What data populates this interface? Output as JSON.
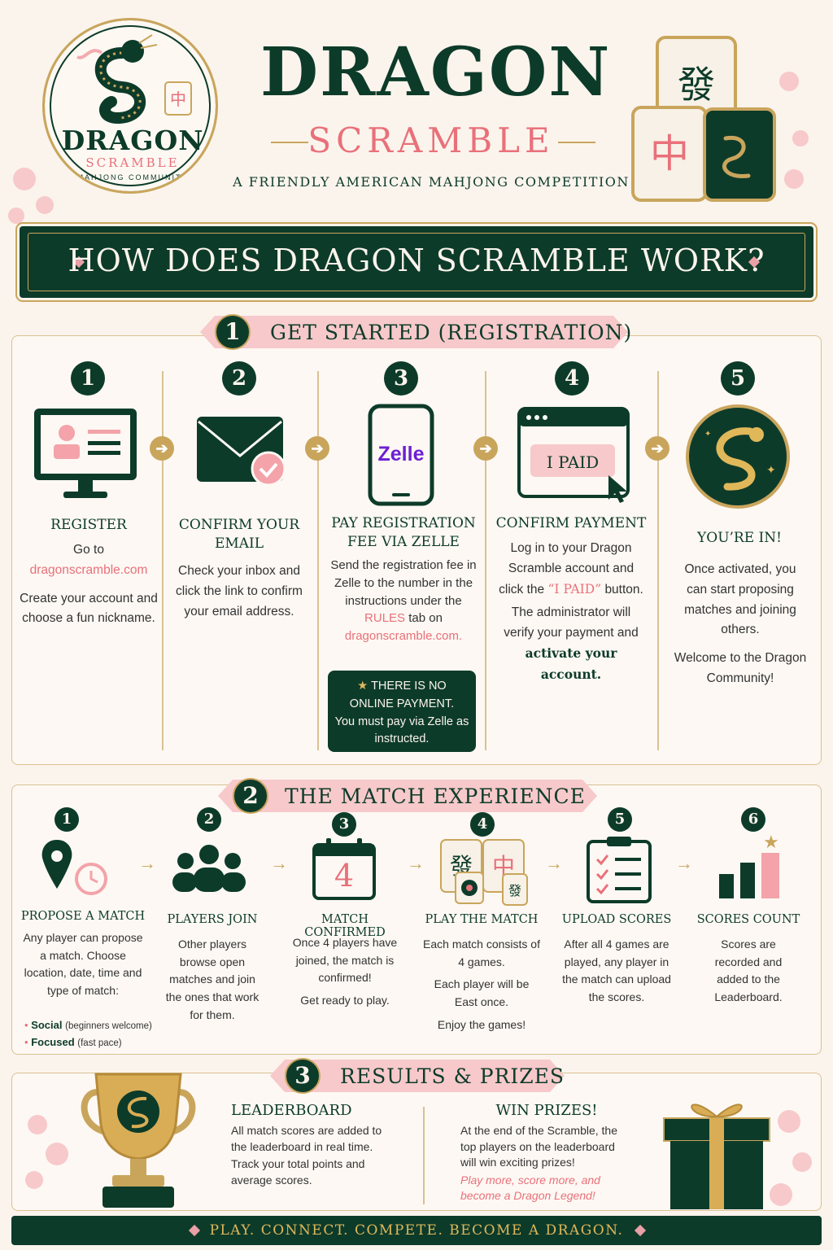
{
  "header": {
    "logo": {
      "title": "DRAGON",
      "subtitle": "SCRAMBLE",
      "community": "MAHJONG COMMUNITY"
    },
    "title": "DRAGON",
    "subtitle": "SCRAMBLE",
    "tagline": "A FRIENDLY AMERICAN MAHJONG COMPETITION"
  },
  "banner": {
    "title": "HOW DOES DRAGON SCRAMBLE WORK?"
  },
  "section1": {
    "number": "1",
    "title": "GET STARTED (REGISTRATION)",
    "steps": [
      {
        "num": "1",
        "title": "REGISTER",
        "line1": "Go to",
        "link": "dragonscramble.com",
        "line2": "Create your account and choose a fun nickname."
      },
      {
        "num": "2",
        "title": "CONFIRM YOUR EMAIL",
        "body": "Check your inbox and click the link to confirm your email address."
      },
      {
        "num": "3",
        "title": "PAY REGISTRATION FEE VIA ZELLE",
        "body_pre": "Send the registration fee in Zelle to the number in the instructions under the",
        "rules": "RULES",
        "body_mid": "tab on",
        "link": "dragonscramble.com.",
        "zelle_label": "Zelle"
      },
      {
        "num": "4",
        "title": "CONFIRM PAYMENT",
        "body_pre": "Log in to your Dragon Scramble account and click the",
        "paid": "“I PAID”",
        "body_post": "button.",
        "body2": "The administrator will verify your payment and",
        "body2_bold": "activate your account.",
        "button_label": "I PAID"
      },
      {
        "num": "5",
        "title": "YOU’RE IN!",
        "body": "Once activated, you can start proposing matches and joining others.",
        "body2": "Welcome to the Dragon Community!"
      }
    ],
    "note": {
      "star": "★",
      "line1": "THERE IS NO ONLINE PAYMENT.",
      "line2": "You must pay via Zelle as instructed."
    }
  },
  "section2": {
    "number": "2",
    "title": "THE MATCH EXPERIENCE",
    "steps": [
      {
        "num": "1",
        "title": "PROPOSE A MATCH",
        "body": "Any player can propose a match. Choose location, date, time and type of match:"
      },
      {
        "num": "2",
        "title": "PLAYERS JOIN",
        "body": "Other players browse open matches and join the ones that work for them."
      },
      {
        "num": "3",
        "title": "MATCH CONFIRMED",
        "body": "Once 4 players have joined, the match is confirmed!",
        "body2": "Get ready to play.",
        "calendar_day": "4"
      },
      {
        "num": "4",
        "title": "PLAY THE MATCH",
        "body": "Each match consists of 4 games.",
        "body2": "Each player will be East once.",
        "body3": "Enjoy the games!"
      },
      {
        "num": "5",
        "title": "UPLOAD SCORES",
        "body": "After all 4 games are played, any player in the match can upload the scores."
      },
      {
        "num": "6",
        "title": "SCORES COUNT",
        "body": "Scores are recorded and added to the Leaderboard."
      }
    ],
    "match_types": [
      {
        "name": "Social",
        "desc": "(beginners welcome)"
      },
      {
        "name": "Focused",
        "desc": "(fast pace)"
      }
    ]
  },
  "section3": {
    "number": "3",
    "title": "RESULTS & PRIZES",
    "leaderboard": {
      "title": "LEADERBOARD",
      "body": "All match scores are added to the leaderboard in real time.",
      "body2": "Track your total points and average scores."
    },
    "prizes": {
      "title": "WIN PRIZES!",
      "body": "At the end of the Scramble, the top players on the leaderboard will win exciting prizes!",
      "italic": "Play more, score more, and become a Dragon Legend!"
    }
  },
  "footer": {
    "text": "PLAY. CONNECT. COMPETE. BECOME A DRAGON."
  },
  "colors": {
    "green": "#0d3b2a",
    "pink": "#e9707a",
    "gold": "#c9a55c",
    "cream": "#fbf4ec"
  }
}
